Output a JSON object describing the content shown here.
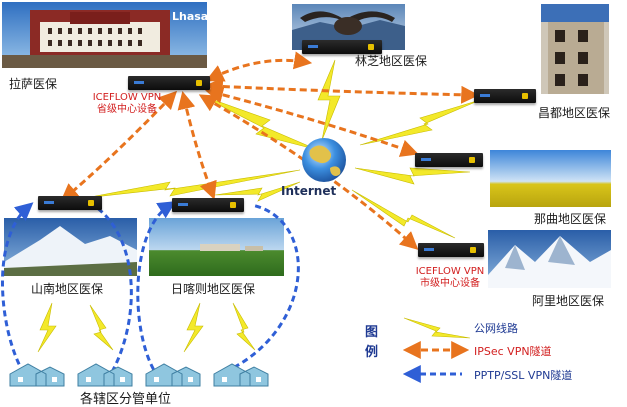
{
  "nodes": {
    "lhasa": {
      "photo_caption": "Lhasa",
      "label": "拉萨医保",
      "device_line1": "ICEFLOW VPN",
      "device_line2": "省级中心设备"
    },
    "nyingchi": {
      "label": "林芝地区医保"
    },
    "qamdo": {
      "label": "昌都地区医保"
    },
    "nagqu": {
      "label": "那曲地区医保"
    },
    "ngari": {
      "label": "阿里地区医保",
      "device_line1": "ICEFLOW VPN",
      "device_line2": "市级中心设备"
    },
    "shannan": {
      "label": "山南地区医保"
    },
    "shigatse": {
      "label": "日喀则地区医保"
    },
    "branches": {
      "label": "各辖区分管单位"
    }
  },
  "internet": {
    "label": "Internet"
  },
  "legend": {
    "title_1": "图",
    "title_2": "例",
    "public_line": "公网线路",
    "ipsec": "IPSec VPN隧道",
    "pptp": "PPTP/SSL VPN隧道"
  },
  "colors": {
    "ipsec": "#e8741e",
    "pptp": "#2f5fd6",
    "lightning": "#f3e92a",
    "label_red": "#d21f1f",
    "legend_blue": "#1f3a93"
  }
}
